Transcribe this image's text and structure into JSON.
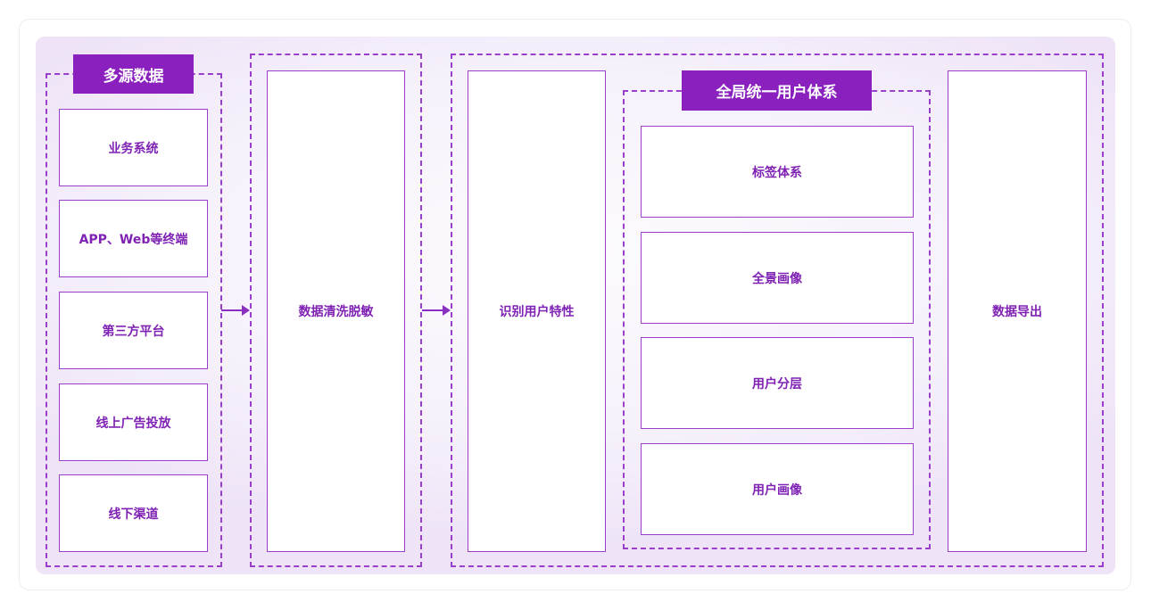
{
  "sources": {
    "title": "多源数据",
    "items": [
      "业务系统",
      "APP、Web等终端",
      "第三方平台",
      "线上广告投放",
      "线下渠道"
    ]
  },
  "cleaning": {
    "label": "数据清洗脱敏"
  },
  "identify": {
    "label": "识别用户特性"
  },
  "unified": {
    "title": "全局统一用户体系",
    "items": [
      "标签体系",
      "全景画像",
      "用户分层",
      "用户画像"
    ]
  },
  "export": {
    "label": "数据导出"
  },
  "colors": {
    "accent": "#8a20be",
    "border": "#9a3fcb",
    "text": "#7f22b4"
  }
}
